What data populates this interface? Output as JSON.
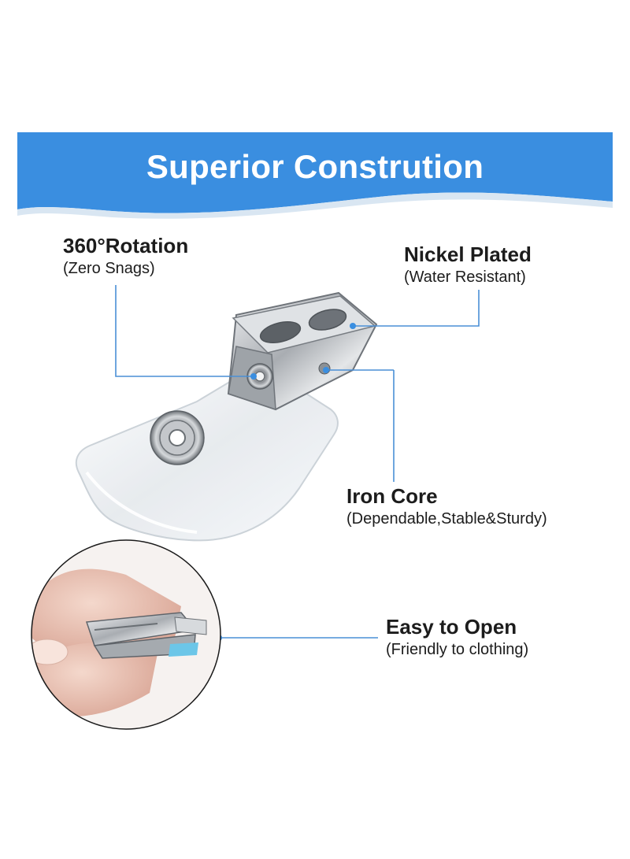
{
  "banner": {
    "title": "Superior Constrution",
    "color": "#3a8ee0"
  },
  "callouts": [
    {
      "title": "360°Rotation",
      "subtitle": "(Zero Snags)"
    },
    {
      "title": "Nickel Plated",
      "subtitle": "(Water Resistant)"
    },
    {
      "title": "Iron Core",
      "subtitle": "(Dependable,Stable&Sturdy)"
    },
    {
      "title": "Easy to Open",
      "subtitle": "(Friendly to clothing)"
    }
  ],
  "colors": {
    "leader_line": "#4a8fd6",
    "leader_dot": "#3a8ee0",
    "metal": "#b9bcc0",
    "vinyl": "#eef1f4"
  },
  "icons": [
    "badge-clip-image",
    "finger-pinch-clip-image"
  ]
}
